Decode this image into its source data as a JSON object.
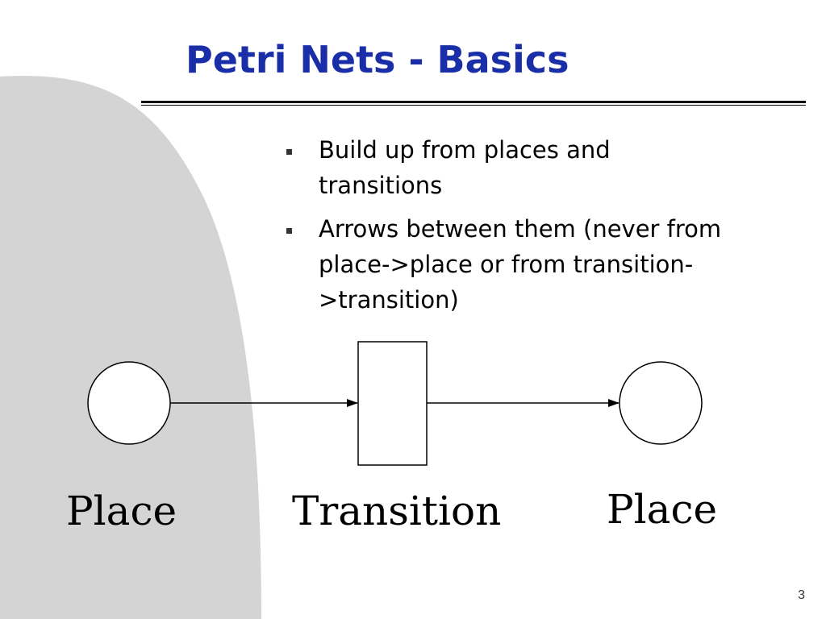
{
  "slide": {
    "title": "Petri Nets - Basics",
    "page_number": "3",
    "colors": {
      "title": "#1a2ea8",
      "background_shape": "#d4d4d4"
    }
  },
  "bullets": [
    {
      "text": "Build up from places and transitions"
    },
    {
      "text": "Arrows between them (never from place->place or from transition->transition)"
    }
  ],
  "diagram": {
    "nodes": [
      {
        "kind": "place",
        "label": "Place"
      },
      {
        "kind": "transition",
        "label": "Transition"
      },
      {
        "kind": "place",
        "label": "Place"
      }
    ],
    "arcs": [
      {
        "from": "place-1",
        "to": "transition"
      },
      {
        "from": "transition",
        "to": "place-2"
      }
    ]
  }
}
